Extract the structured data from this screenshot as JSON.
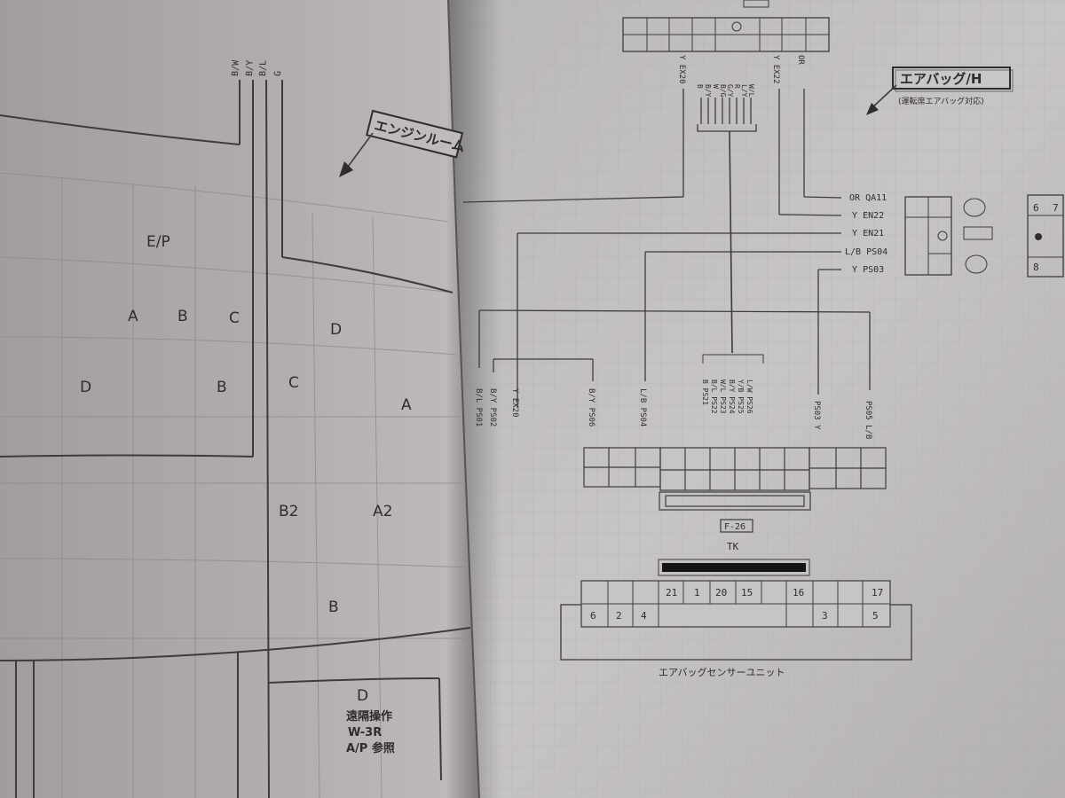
{
  "photo": {
    "left_page": {
      "callout": "エンジンルーム",
      "zone_letters": [
        "E/P",
        "A",
        "B",
        "C",
        "D",
        "B",
        "C",
        "D",
        "A",
        "A2",
        "B2",
        "B",
        "D"
      ],
      "wire_labels": [
        "B/W",
        "B/Y",
        "B/L",
        "G"
      ],
      "note_lines": [
        "遠隔操作",
        "W-3R",
        "A/P 参照"
      ]
    },
    "right_page": {
      "callout_title": "エアバッグ/H",
      "callout_subtitle": "(運転席エアバッグ対応)",
      "harness_wires": [
        {
          "color": "OR",
          "code": "QA11"
        },
        {
          "color": "Y",
          "code": "EN22"
        },
        {
          "color": "Y",
          "code": "EN21"
        },
        {
          "color": "L/B",
          "code": "PS04"
        },
        {
          "color": "Y",
          "code": "PS03"
        }
      ],
      "connector_ref": "F-26",
      "connector_code": "TK",
      "pin_row_top": [
        "21",
        "1",
        "20",
        "15",
        "",
        "16",
        "",
        "17"
      ],
      "pin_row_bottom": [
        "6",
        "2",
        "4",
        "3",
        "5"
      ],
      "unit_label": "エアバッグセンサーユニット",
      "side_connector_pins": [
        "6",
        "7",
        "8"
      ]
    }
  }
}
